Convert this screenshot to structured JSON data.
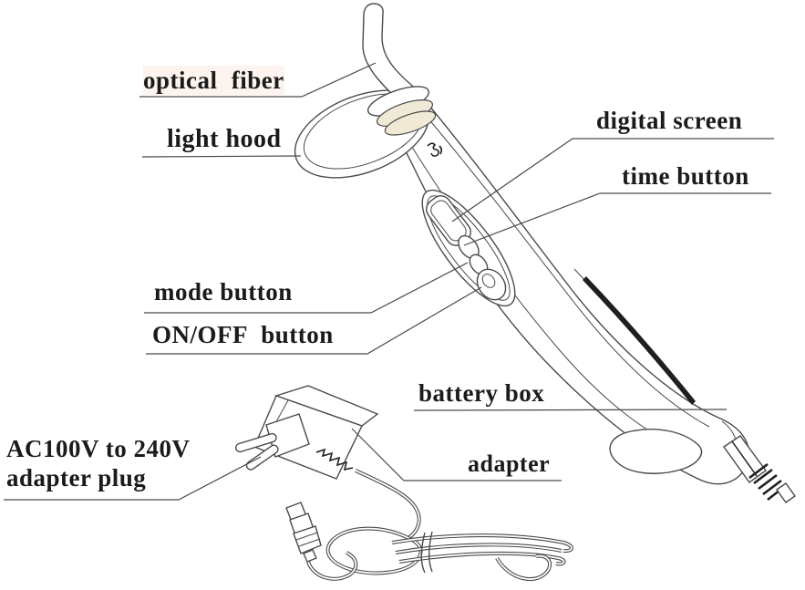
{
  "title": "curing light parts diagram",
  "colors": {
    "background": "#ffffff",
    "line": "#4a4a4a",
    "text": "#1b1b1b",
    "ring": "#efe9d6",
    "dark": "#1f1f1f"
  },
  "labels": {
    "optical_fiber": "optical fiber",
    "light_hood": "light hood",
    "digital_screen": "digital screen",
    "time_button": "time button",
    "mode_button": "mode button",
    "on_off_button": "ON/OFF button",
    "battery_box": "battery box",
    "adapter": "adapter",
    "ac_plug_line1": "AC100V to 240V",
    "ac_plug_line2": "adapter plug"
  }
}
